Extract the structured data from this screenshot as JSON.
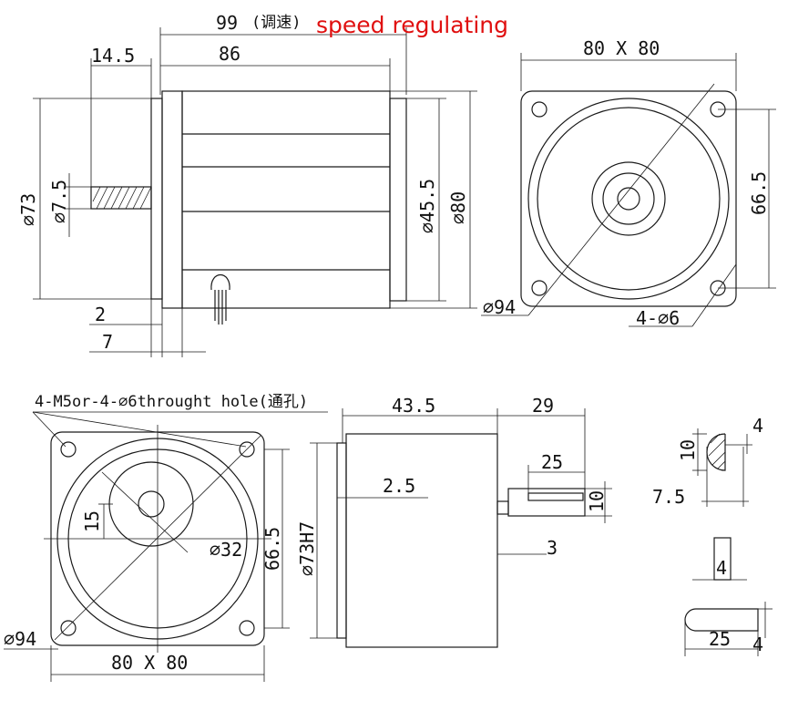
{
  "colors": {
    "line": "#1a1a1a",
    "annotation": "#e01010",
    "background": "#ffffff"
  },
  "side_view": {
    "overall_length": "99",
    "overall_length_note": "(调速)",
    "speed_note": "speed regulating",
    "body_length": "86",
    "shaft_length": "14.5",
    "flange_dia": "⌀73",
    "shaft_dia": "⌀7.5",
    "rear_dia": "⌀45.5",
    "body_dia": "⌀80",
    "flange_thk": "2",
    "step_len": "7"
  },
  "front_view": {
    "square": "80 X 80",
    "hole_spacing": "66.5",
    "circle_dia": "⌀94",
    "holes": "4-⌀6"
  },
  "gearbox_front": {
    "holes_note": "4-M5or-4-⌀6throught hole(通孔)",
    "boss_offset": "15",
    "boss_dia": "⌀32",
    "hole_spacing": "66.5",
    "circle_dia": "⌀94",
    "square": "80 X 80"
  },
  "gearbox_side": {
    "body_length": "43.5",
    "shaft_length": "29",
    "key_length": "25",
    "shaft_dia": "10",
    "flange_thk": "2.5",
    "pilot_dia": "⌀73H7",
    "shoulder": "3"
  },
  "shaft_detail": {
    "flat_depth": "4",
    "dia": "10",
    "width": "7.5",
    "key_w": "4",
    "key_len": "25",
    "key_h": "4"
  }
}
